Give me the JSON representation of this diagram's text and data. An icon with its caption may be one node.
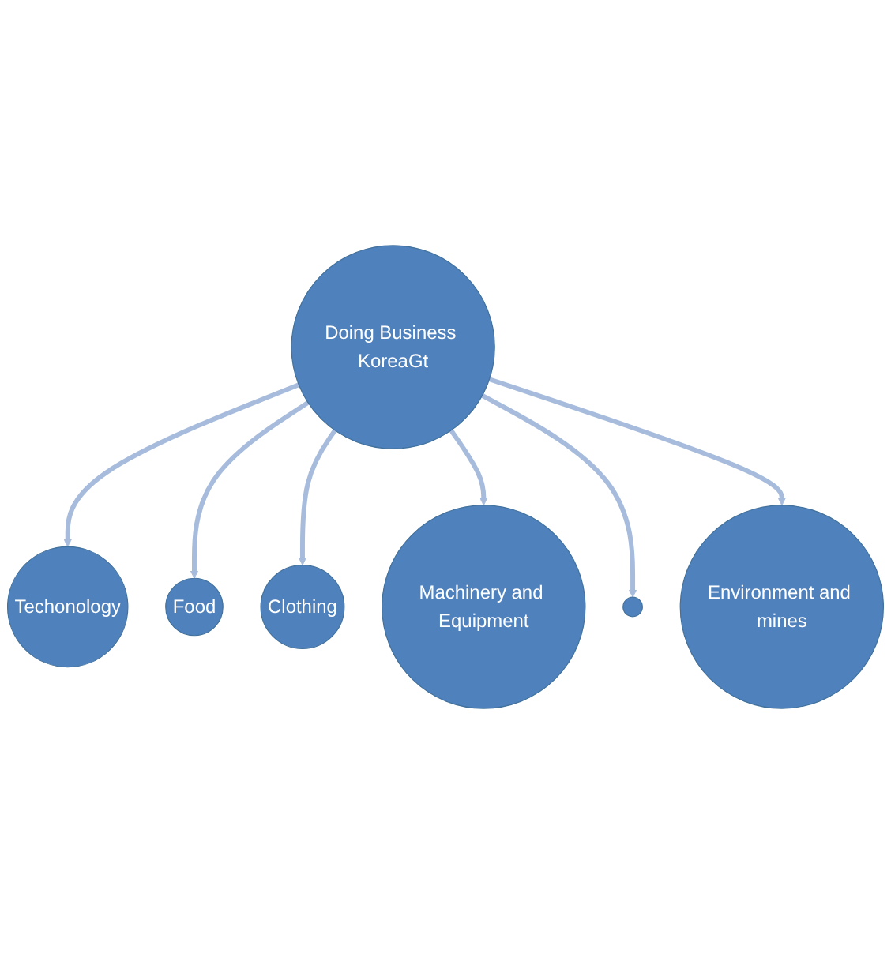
{
  "diagram": {
    "nodes": [
      {
        "text": [
          "Doing Business KoreaGt"
        ]
      },
      {
        "text": [
          "Techonology"
        ]
      },
      {
        "text": [
          "Food"
        ]
      },
      {
        "text": [
          "Clothing"
        ]
      },
      {
        "text": [
          "Machinery and Equipment"
        ]
      },
      {
        "text": [],
        "shape": "circle"
      },
      {
        "text": [
          "Environment and mines"
        ]
      }
    ],
    "edges": [
      {
        "from": 0,
        "to": 1,
        "arrow": "to"
      },
      {
        "from": 0,
        "to": 2,
        "arrow": "to"
      },
      {
        "from": 0,
        "to": 3,
        "arrow": "to"
      },
      {
        "from": 0,
        "to": 4,
        "arrow": "to"
      },
      {
        "from": 0,
        "to": 5,
        "arrow": "to"
      },
      {
        "from": 0,
        "to": 6,
        "arrow": "to"
      }
    ]
  }
}
